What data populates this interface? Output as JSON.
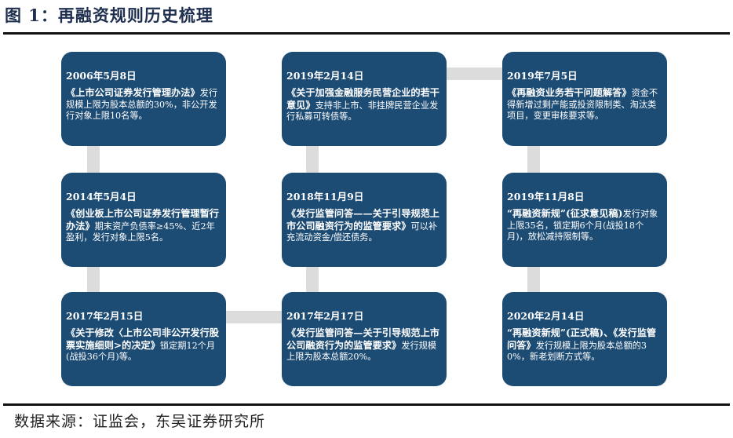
{
  "title": "图 1：再融资规则历史梳理",
  "source": "数据来源：证监会，东吴证券研究所",
  "events": [
    {
      "date": "2006年5月8日",
      "law": "《上市公司证券发行管理办法》",
      "text": "发行规模上限为股本总额的30%，非公开发行对象上限10名等。"
    },
    {
      "date": "2014年5月4日",
      "law": "《创业板上市公司证券发行管理暂行办法》",
      "text": "期末资产负债率≥45%、近2年盈利，发行对象上限5名。"
    },
    {
      "date": "2017年2月15日",
      "law": "《关于修改〈上市公司非公开发行股票实施细则>的决定》",
      "text": "锁定期12个月(战投36个月)等。"
    },
    {
      "date": "2017年2月17日",
      "law": "《发行监管问答—关于引导规范上市公司融资行为的监管要求》",
      "text": "发行规模上限为股本总额20%。"
    },
    {
      "date": "2018年11月9日",
      "law": "《发行监管问答——关于引导规范上市公司融资行为的监管要求》",
      "text": "可以补充流动资金/偿还债务。"
    },
    {
      "date": "2019年2月14日",
      "law": "《关于加强金融服务民营企业的若干意见》",
      "text": "支持非上市、非挂牌民营企业发行私募可转债等。"
    },
    {
      "date": "2019年7月5日",
      "law": "《再融资业务若干问题解答》",
      "text": "资金不得新增过剩产能或投资限制类、淘汰类项目，变更审核要求等。"
    },
    {
      "date": "2019年11月8日",
      "law": "“再融资新规”(征求意见稿)",
      "text": "发行对象上限35名，锁定期6个月(战投18个月)，放松减持限制等。"
    },
    {
      "date": "2020年2月14日",
      "law": "“再融资新规”(正式稿)、《发行监管问答》",
      "text": "发行规模上限为股本总额的30%，新老划断方式等。"
    }
  ]
}
